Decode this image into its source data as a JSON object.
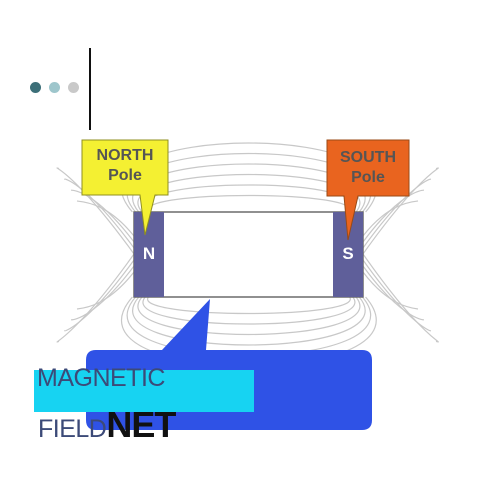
{
  "colors": {
    "magnet_body": "#5f5f9a",
    "magnet_border": "#6b6b6b",
    "north_callout": "#f4f032",
    "south_callout": "#e9641f",
    "field_lines": "#c8c8c8",
    "blue_shape": "#2f52e6",
    "cyan_strip": "#17d3f2",
    "title_text": "#3c4a78",
    "dot_colors": [
      "#3c6f78",
      "#9ec6cc",
      "#c9c9c9"
    ]
  },
  "magnet": {
    "north_letter": "N",
    "south_letter": "S"
  },
  "callouts": {
    "north": {
      "line1": "NORTH",
      "line2": "Pole"
    },
    "south": {
      "line1": "SOUTH",
      "line2": "Pole"
    }
  },
  "banner": {
    "line1": "MAGNETIC",
    "line2_light": "FIELD",
    "line2_bold": "NET"
  },
  "icons": [
    "slide-dots-icon"
  ]
}
